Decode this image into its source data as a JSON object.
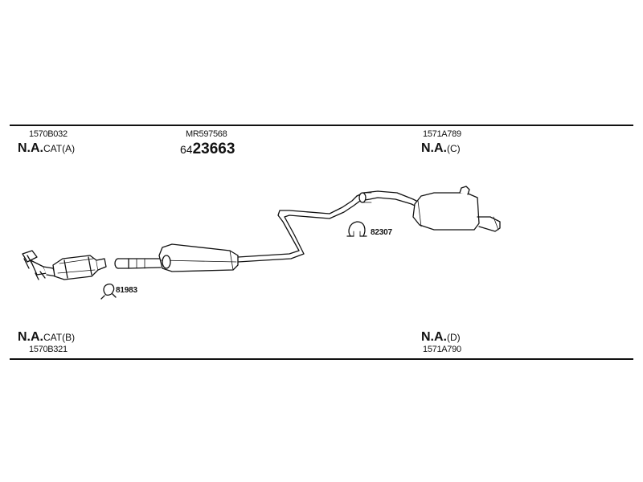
{
  "top_left": {
    "part": "1570B032",
    "na": "N.A.",
    "cat": "CAT(A)"
  },
  "top_center": {
    "part": "MR597568",
    "code_prefix": "64",
    "code_main": "23663"
  },
  "top_right": {
    "part": "1571A789",
    "na": "N.A.",
    "suffix": "(C)"
  },
  "bottom_left": {
    "na": "N.A.",
    "cat": "CAT(B)",
    "part": "1570B321"
  },
  "bottom_right": {
    "na": "N.A.",
    "suffix": "(D)",
    "part": "1571A790"
  },
  "refs": {
    "clamp_1": "81983",
    "clamp_2": "82307"
  }
}
